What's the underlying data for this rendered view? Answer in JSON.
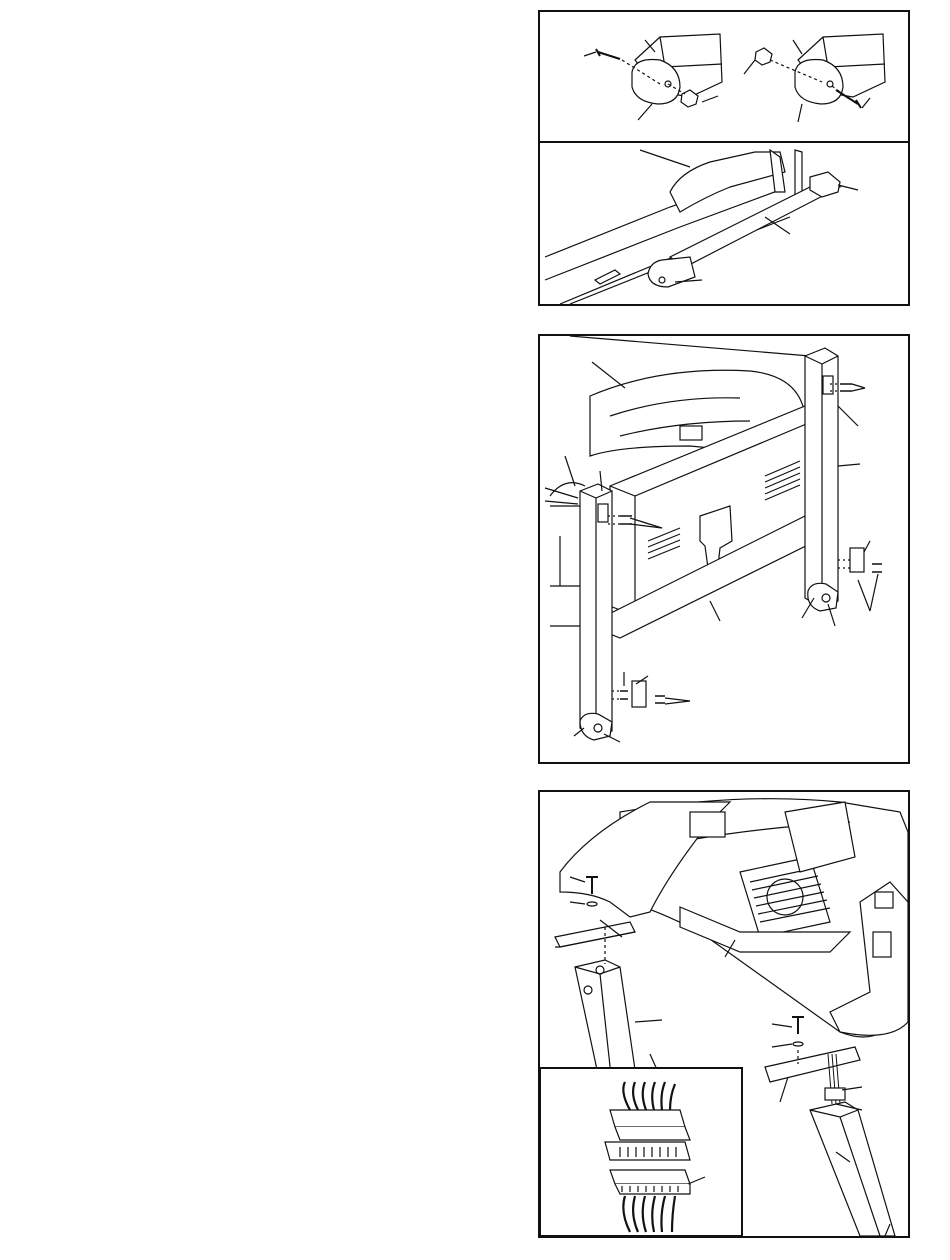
{
  "page": {
    "background": "#ffffff",
    "line_color": "#111111"
  },
  "figures": [
    {
      "id": "wheel-detail",
      "panels": [
        "left-wheel-bolt-nut",
        "right-wheel-bolt-nut"
      ]
    },
    {
      "id": "base-with-wheels"
    },
    {
      "id": "uprights-frame-assembly"
    },
    {
      "id": "console-upright-wiring"
    }
  ]
}
